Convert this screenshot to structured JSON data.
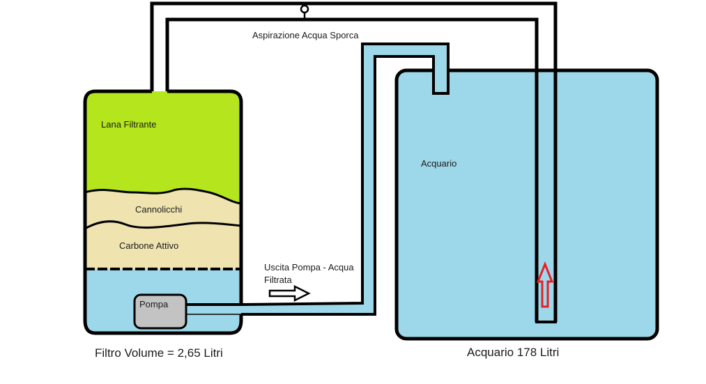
{
  "labels": {
    "suction": "Aspirazione Acqua Sporca",
    "filter_wool": "Lana Filtrante",
    "ceramic_rings": "Cannolicchi",
    "activated_carbon": "Carbone Attivo",
    "pump": "Pompa",
    "pump_outlet_line1": "Uscita Pompa - Acqua",
    "pump_outlet_line2": "Filtrata",
    "aquarium": "Acquario",
    "filter_caption": "Filtro Volume = 2,65 Litri",
    "aquarium_caption": "Acquario 178 Litri"
  },
  "colors": {
    "water": "#9dd8ea",
    "filter_wool": "#b5e61d",
    "media": "#efe4b0",
    "pump": "#c3c3c3",
    "outline": "#000000",
    "flow_arrow_up": "#ed1c24"
  }
}
